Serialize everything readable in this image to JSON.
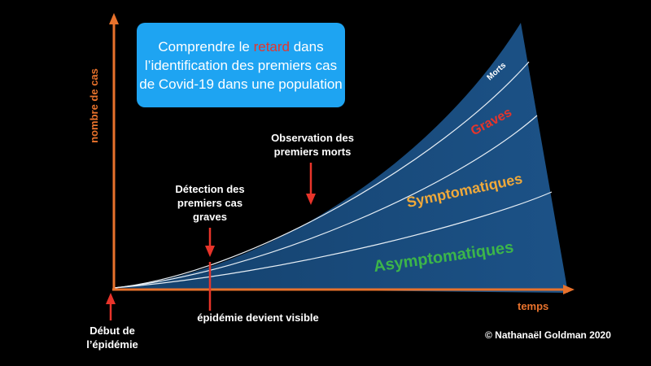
{
  "title": {
    "prefix": "Comprendre le ",
    "highlight": "retard",
    "suffix": " dans",
    "line2": "l’identification des premiers cas",
    "line3": "de Covid-19 dans une population"
  },
  "axes": {
    "y_label": "nombre de cas",
    "x_label": "temps"
  },
  "layers": [
    {
      "label": "Morts",
      "color": "#ffffff"
    },
    {
      "label": "Graves",
      "color": "#e8342a"
    },
    {
      "label": "Symptomatiques",
      "color": "#f0a93a"
    },
    {
      "label": "Asymptomatiques",
      "color": "#3cb54a"
    }
  ],
  "annotations": {
    "morts": {
      "line1": "Observation des",
      "line2": "premiers morts"
    },
    "graves": {
      "line1": "Détection des",
      "line2": "premiers cas",
      "line3": "graves"
    },
    "visible": "épidémie devient visible",
    "debut": {
      "line1": "Début de",
      "line2": "l’épidémie"
    }
  },
  "copyright": "©  Nathanaël Goldman 2020",
  "colors": {
    "background": "#000000",
    "area": "#1a4d7c",
    "area_dark": "#14406b",
    "axis": "#e8722c",
    "arrow": "#e8342a",
    "title_box": "#1ea4f2"
  }
}
